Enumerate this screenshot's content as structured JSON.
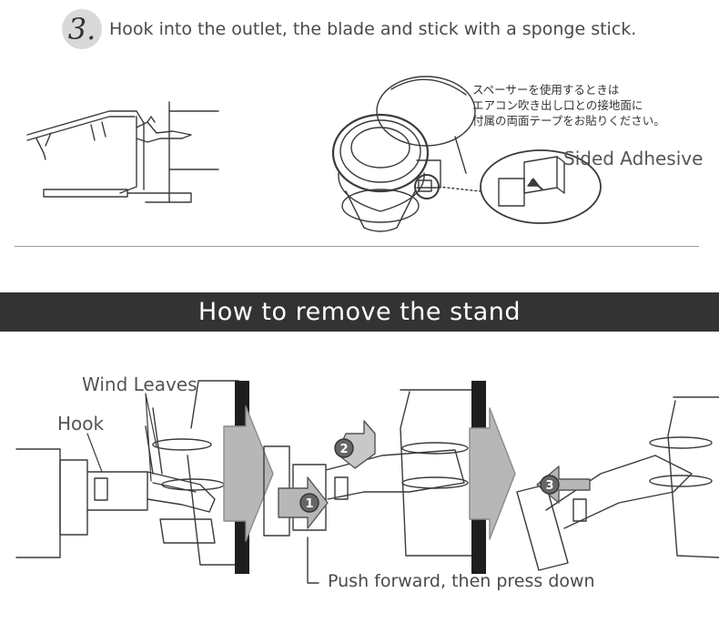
{
  "step": {
    "number": "3.",
    "text": "Hook into the outlet, the blade and stick with a sponge stick."
  },
  "adhesive_note": {
    "lines": [
      "スペーサーを使用するときは",
      "エアコン吹き出し口との接地面に",
      "付属の両面テープをお貼りください。"
    ],
    "label": "Sided Adhesive"
  },
  "section": {
    "title": "How to remove the stand"
  },
  "remove_diagram": {
    "labels": {
      "wind_leaves": "Wind Leaves",
      "hook": "Hook",
      "push": "Push forward, then press down"
    },
    "step_markers": [
      "1",
      "2",
      "3"
    ]
  },
  "colors": {
    "text": "#4a4a4a",
    "banner_bg": "#333333",
    "banner_text": "#ffffff",
    "badge_bg": "#d9d9d9",
    "line_art": "#3a3a3a"
  }
}
